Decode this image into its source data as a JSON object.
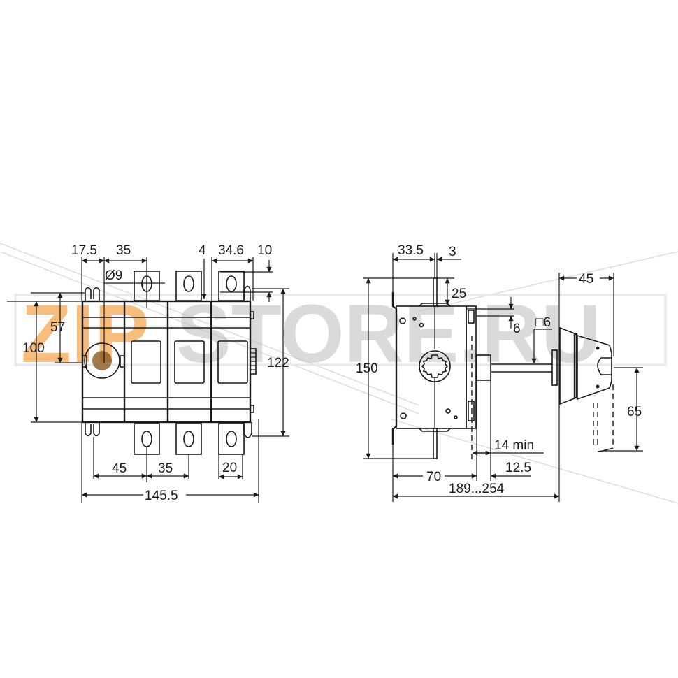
{
  "watermark": {
    "text_accent": "ZIP",
    "text_main": "STORE.RU",
    "accent_color": "#f5a54a",
    "main_color": "#bdbdbd"
  },
  "front_view": {
    "dimensions": {
      "top_pitch_first": "17.5",
      "top_pitch": "35",
      "hole_diameter": "Ø9",
      "terminal_gap": "4",
      "terminal_width": "34.6",
      "terminal_offset": "10",
      "height_handle_center": "57",
      "height_body": "100",
      "height_total": "122",
      "bottom_pitch_first": "45",
      "bottom_pitch": "35",
      "terminal_lug_width": "20",
      "overall_width": "145.5"
    }
  },
  "side_view": {
    "dimensions": {
      "depth_to_terminal": "33.5",
      "terminal_thickness": "3",
      "terminal_height": "25",
      "panel_offset": "6",
      "shaft_square": "□6",
      "height_total": "150",
      "panel_min": "14 min",
      "shaft_offset": "12.5",
      "depth_body": "70",
      "depth_range": "189...254",
      "handle_width": "45",
      "handle_throw": "65"
    }
  }
}
